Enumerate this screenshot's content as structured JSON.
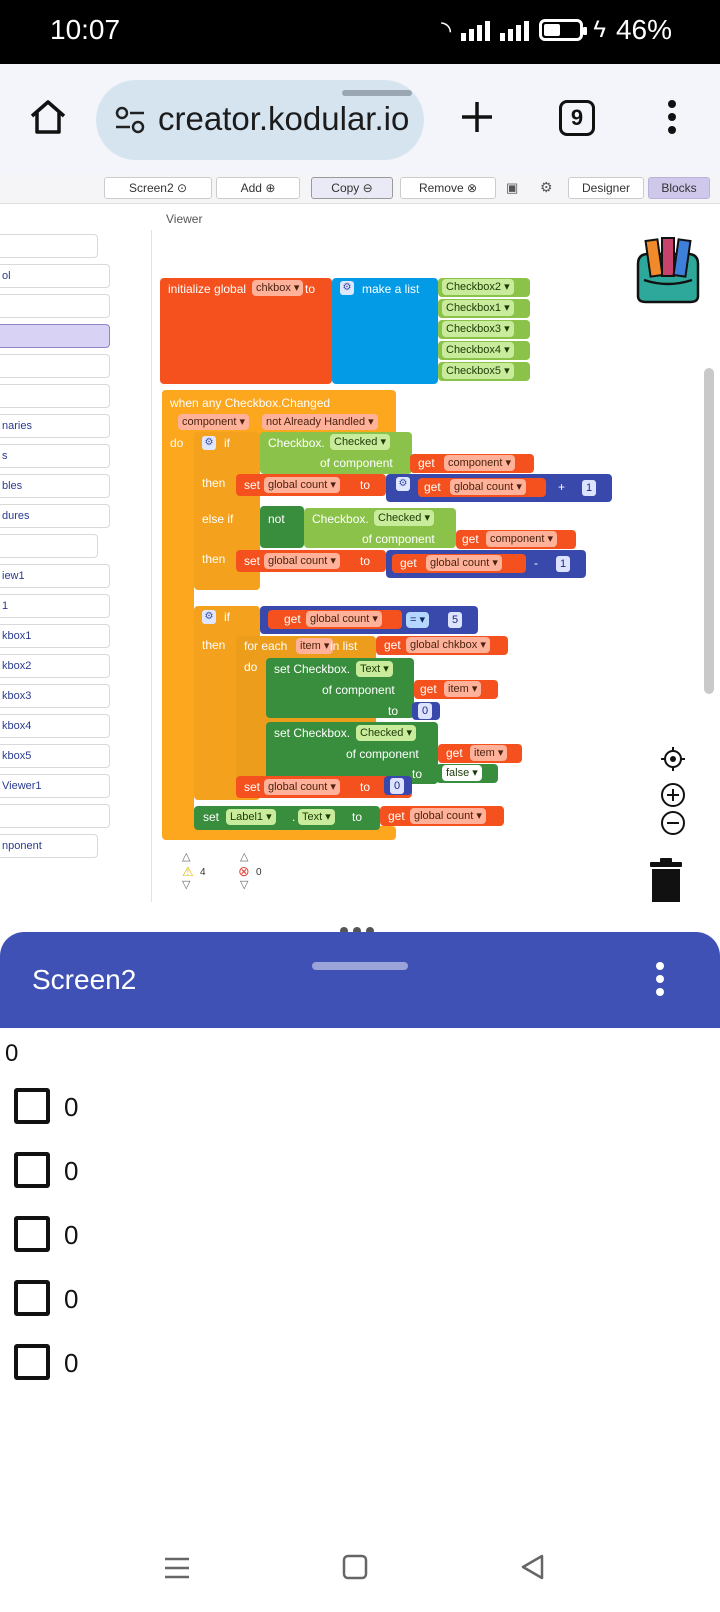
{
  "status": {
    "time": "10:07",
    "battery": "46%"
  },
  "browser": {
    "url": "creator.kodular.io",
    "tab_count": "9"
  },
  "toolbar": {
    "screen": "Screen2",
    "add": "Add",
    "copy": "Copy",
    "remove": "Remove",
    "designer": "Designer",
    "blocks": "Blocks"
  },
  "viewer_label": "Viewer",
  "left_items": [
    "",
    "ol",
    "",
    "",
    "",
    "",
    "naries",
    "s",
    "bles",
    "dures",
    "",
    "iew1",
    "1",
    "kbox1",
    "kbox2",
    "kbox3",
    "kbox4",
    "kbox5",
    "Viewer1",
    "",
    "nponent"
  ],
  "blocks": {
    "init_global": "initialize global",
    "chkbox": "chkbox",
    "to": "to",
    "make_a_list": "make a list",
    "list_items": [
      "Checkbox2",
      "Checkbox1",
      "Checkbox3",
      "Checkbox4",
      "Checkbox5"
    ],
    "when_any": "when any Checkbox.Changed",
    "component": "component",
    "not_handled": "not Already Handled",
    "do": "do",
    "if": "if",
    "checkbox_dot": "Checkbox.",
    "checked": "Checked",
    "of_component": "of component",
    "get": "get",
    "then": "then",
    "set": "set",
    "global_count": "global count",
    "plus": "+",
    "minus": "-",
    "one": "1",
    "else_if": "else if",
    "not": "not",
    "equals": "=",
    "five": "5",
    "for_each": "for each",
    "item": "item",
    "in_list": "in list",
    "global_chkbox": "global chkbox",
    "set_checkbox_text": "set Checkbox.",
    "text": "Text",
    "zero": "0",
    "false": "false",
    "label1": "Label1",
    "dot": ".",
    "warnings": "4",
    "errors": "0"
  },
  "app": {
    "title": "Screen2",
    "label_value": "0",
    "checkboxes": [
      "0",
      "0",
      "0",
      "0",
      "0"
    ]
  },
  "colors": {
    "app_bar": "#3f51b5",
    "event_block": "#fca71e",
    "variable_block": "#f4511e",
    "list_block": "#039be5",
    "component_block": "#8bc34a",
    "setter_block": "#388e3c",
    "math_block": "#3949ab"
  }
}
